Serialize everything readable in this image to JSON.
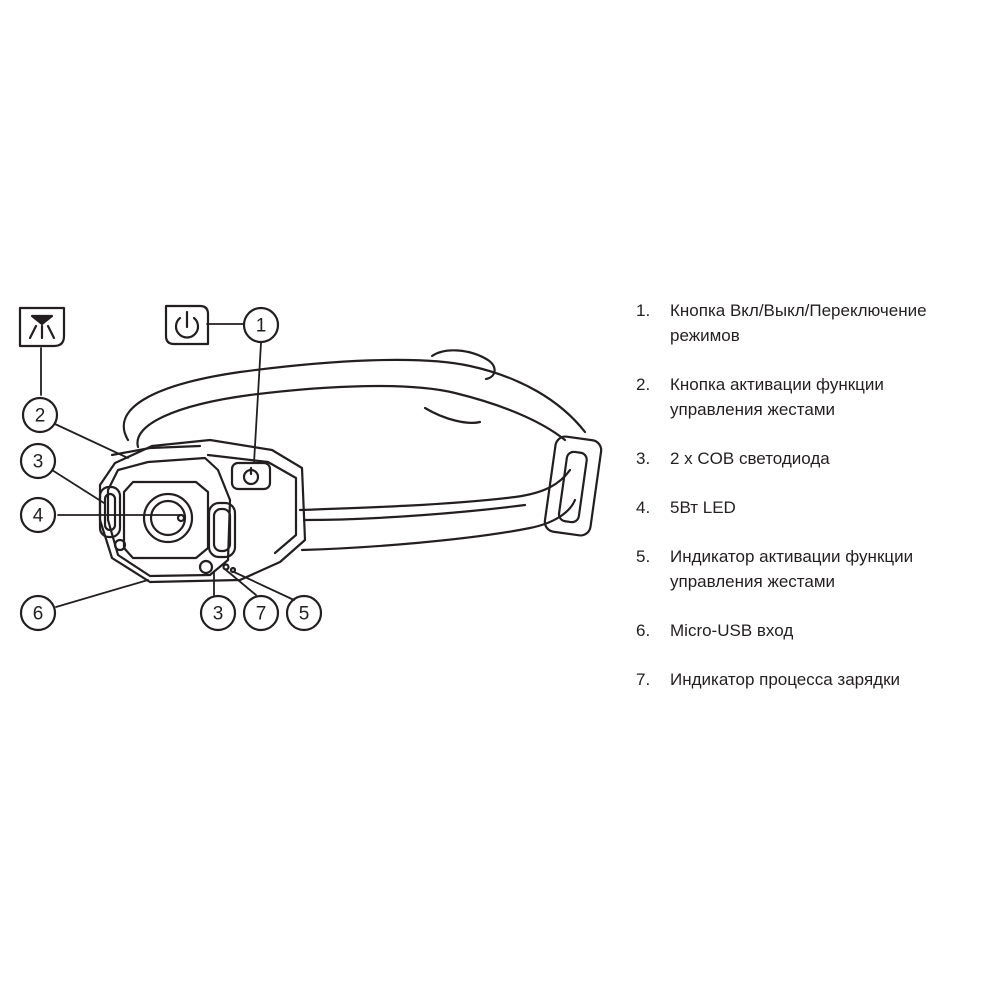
{
  "callouts": {
    "c1": "1",
    "c2": "2",
    "c3a": "3",
    "c4": "4",
    "c6": "6",
    "c3b": "3",
    "c7": "7",
    "c5": "5"
  },
  "icons": {
    "light_icon": "light-beam-icon",
    "power_icon": "power-button-icon"
  },
  "legend": [
    {
      "num": "1.",
      "text": "Кнопка Вкл/Выкл/Переключение\nрежимов"
    },
    {
      "num": "2.",
      "text": "Кнопка активации функции\nуправления жестами"
    },
    {
      "num": "3.",
      "text": "2 x COB светодиода"
    },
    {
      "num": "4.",
      "text": "5Вт LED"
    },
    {
      "num": "5.",
      "text": "Индикатор активации функции\nуправления жестами"
    },
    {
      "num": "6.",
      "text": "Micro-USB вход"
    },
    {
      "num": "7.",
      "text": "Индикатор процесса зарядки"
    }
  ]
}
